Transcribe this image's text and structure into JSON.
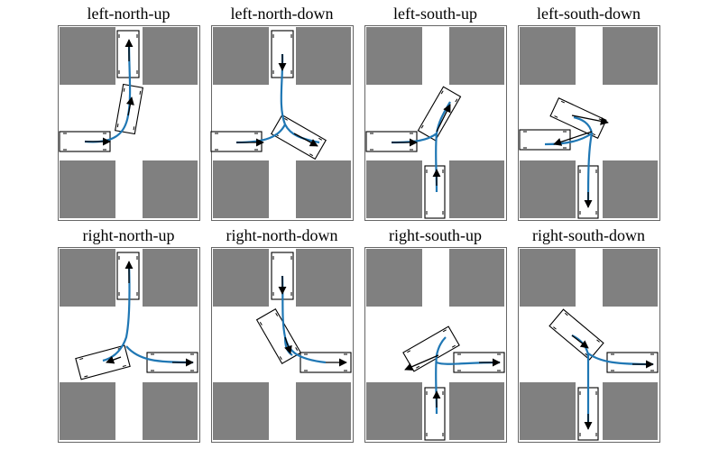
{
  "figure": {
    "panels": [
      {
        "title": "left-north-up"
      },
      {
        "title": "left-north-down"
      },
      {
        "title": "left-south-up"
      },
      {
        "title": "left-south-down"
      },
      {
        "title": "right-north-up"
      },
      {
        "title": "right-north-down"
      },
      {
        "title": "right-south-up"
      },
      {
        "title": "right-south-down"
      }
    ]
  },
  "colors": {
    "building": "#808080",
    "frame": "#666666",
    "path": "#1f77b4",
    "arrow": "#000000",
    "car_fill": "#ffffff",
    "car_stroke": "#000000"
  }
}
